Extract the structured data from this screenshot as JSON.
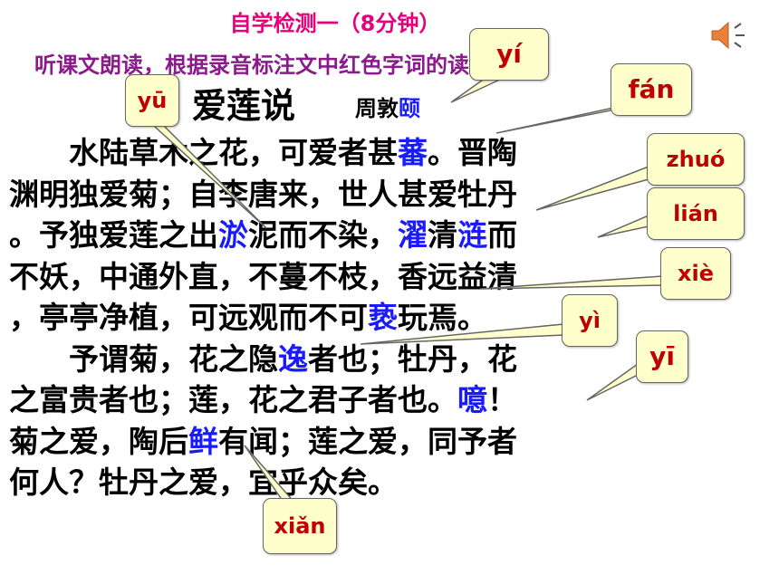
{
  "header": {
    "title": "自学检测一（8分钟）",
    "instruction": "听课文朗读，根据录音标注文中红色字词的读音"
  },
  "essay": {
    "title": "爱莲说",
    "author_prefix": "周敦",
    "author_char": "颐",
    "lines": [
      [
        {
          "t": "　　水陆草木之花，可爱者甚"
        },
        {
          "t": "蕃",
          "h": true
        },
        {
          "t": "。晋陶"
        }
      ],
      [
        {
          "t": "渊明独爱菊；自李唐来，世人甚爱牡丹"
        }
      ],
      [
        {
          "t": "。予独爱莲之出"
        },
        {
          "t": "淤",
          "h": true
        },
        {
          "t": "泥而不染，"
        },
        {
          "t": "濯",
          "h": true
        },
        {
          "t": "清"
        },
        {
          "t": "涟",
          "h": true
        },
        {
          "t": "而"
        }
      ],
      [
        {
          "t": "不妖，中通外直，不蔓不枝，香远益清"
        }
      ],
      [
        {
          "t": "，亭亭净植，可远观而不可"
        },
        {
          "t": "亵",
          "h": true
        },
        {
          "t": "玩焉。"
        }
      ],
      [
        {
          "t": "　　予谓菊，花之隐"
        },
        {
          "t": "逸",
          "h": true
        },
        {
          "t": "者也；牡丹，花"
        }
      ],
      [
        {
          "t": "之富贵者也；莲，花之君子者也。"
        },
        {
          "t": "噫",
          "h": true
        },
        {
          "t": "！"
        }
      ],
      [
        {
          "t": "菊之爱，陶后"
        },
        {
          "t": "鲜",
          "h": true
        },
        {
          "t": "有闻；莲之爱，同予者"
        }
      ],
      [
        {
          "t": "何人？牡丹之爱，宜乎众矣。"
        }
      ]
    ]
  },
  "callouts": {
    "yi2": "yí",
    "yu1": "yū",
    "fan2": "fán",
    "zhuo2": "zhuó",
    "lian2": "lián",
    "xie4": "xiè",
    "yi4": "yì",
    "yi1": "yī",
    "xian3": "xiǎn"
  },
  "icons": {
    "audio": "speaker-icon"
  },
  "colors": {
    "title": "#e8007a",
    "instruction": "#8b1a8b",
    "highlight": "#1a1aff",
    "pinyin": "#c00000",
    "callout_bg": "#ffffcc"
  }
}
